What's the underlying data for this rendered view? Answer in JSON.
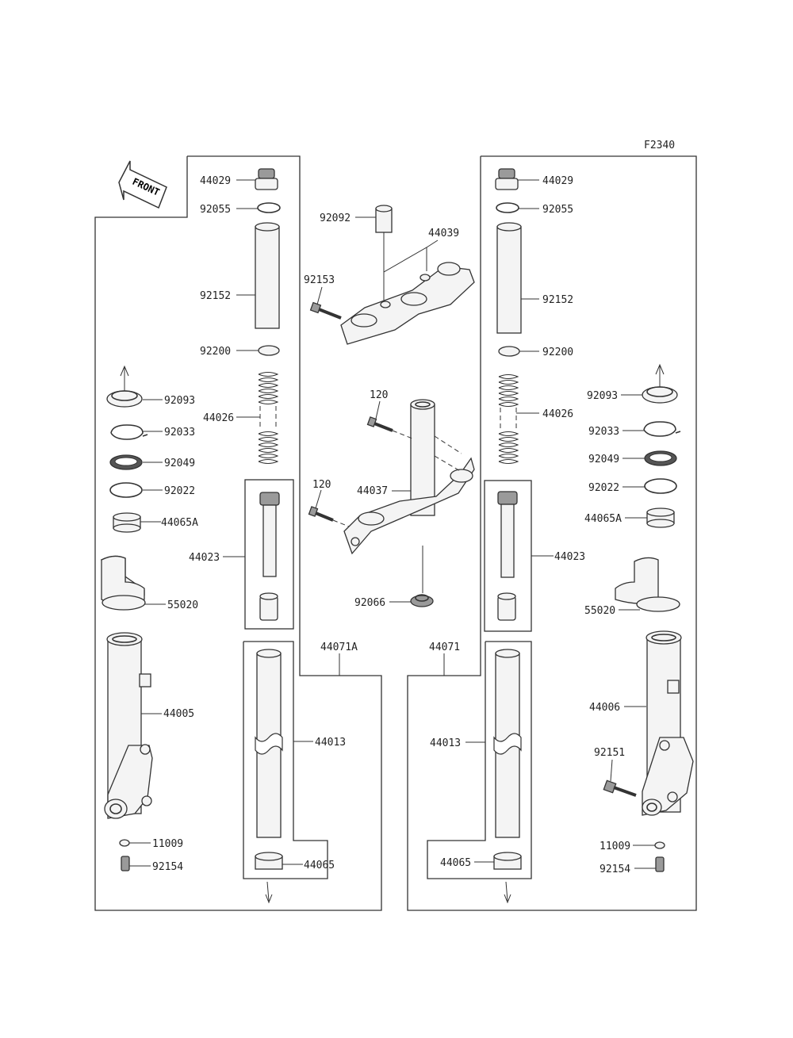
{
  "figure_code": "F2340",
  "front_label": "FRONT",
  "labels": {
    "l_44029": "44029",
    "l_92055": "92055",
    "l_92152": "92152",
    "l_92200": "92200",
    "l_92093": "92093",
    "l_44026": "44026",
    "l_92033": "92033",
    "l_92049": "92049",
    "l_92022": "92022",
    "l_44065A": "44065A",
    "l_44023": "44023",
    "l_55020": "55020",
    "l_44005": "44005",
    "l_44013": "44013",
    "l_11009": "11009",
    "l_92154": "92154",
    "l_44065": "44065",
    "l_44071A": "44071A",
    "c_92092": "92092",
    "c_44039": "44039",
    "c_92153": "92153",
    "c_120a": "120",
    "c_120b": "120",
    "c_44037": "44037",
    "c_92066": "92066",
    "r_44029": "44029",
    "r_92055": "92055",
    "r_92152": "92152",
    "r_92200": "92200",
    "r_92093": "92093",
    "r_44026": "44026",
    "r_92033": "92033",
    "r_92049": "92049",
    "r_92022": "92022",
    "r_44065A": "44065A",
    "r_44023": "44023",
    "r_55020": "55020",
    "r_44006": "44006",
    "r_92151": "92151",
    "r_44013": "44013",
    "r_11009": "11009",
    "r_92154": "92154",
    "r_44065": "44065",
    "r_44071": "44071"
  }
}
